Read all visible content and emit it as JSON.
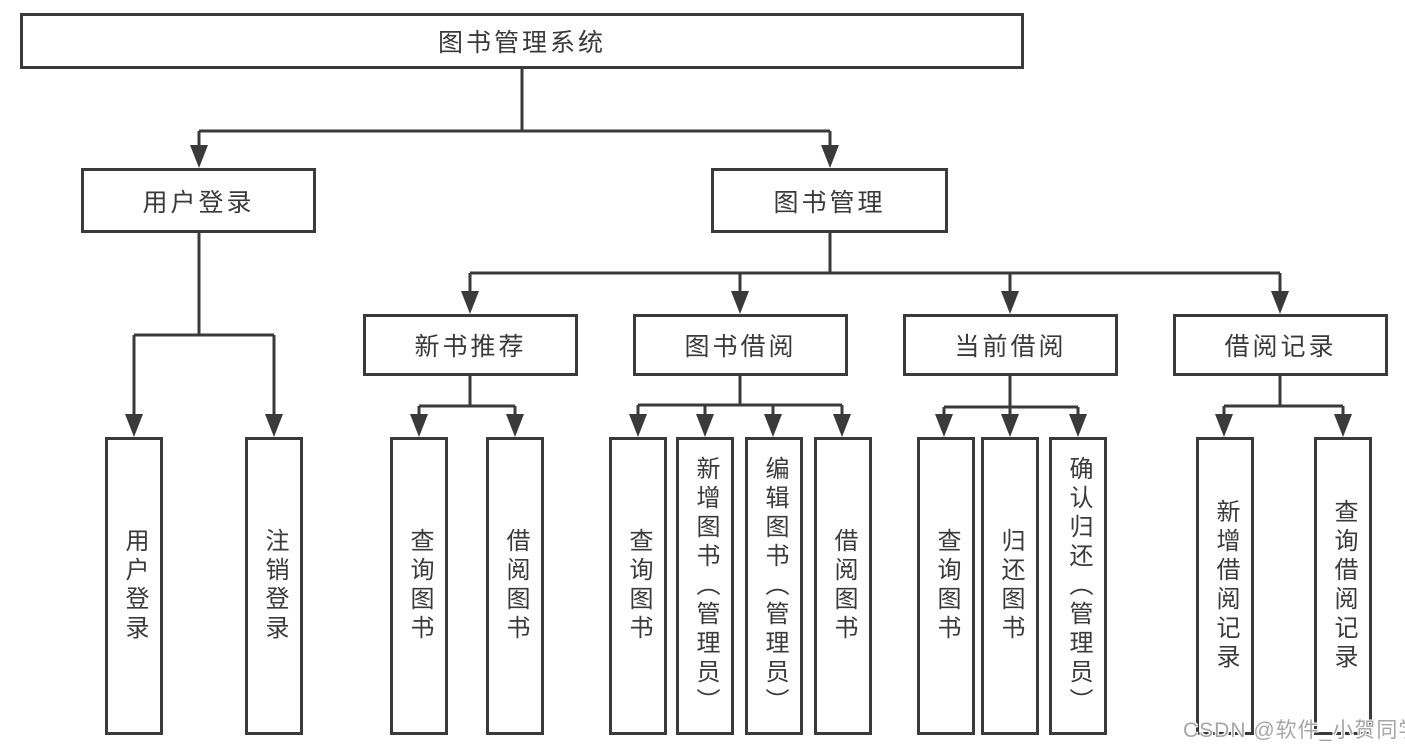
{
  "tree": {
    "root": {
      "label": "图书管理系统",
      "children": [
        {
          "label": "用户登录",
          "children": [
            {
              "label": "用户登录"
            },
            {
              "label": "注销登录"
            }
          ]
        },
        {
          "label": "图书管理",
          "children": [
            {
              "label": "新书推荐",
              "children": [
                {
                  "label": "查询图书"
                },
                {
                  "label": "借阅图书"
                }
              ]
            },
            {
              "label": "图书借阅",
              "children": [
                {
                  "label": "查询图书"
                },
                {
                  "label": "新增图书（管理员）"
                },
                {
                  "label": "编辑图书（管理员）"
                },
                {
                  "label": "借阅图书"
                }
              ]
            },
            {
              "label": "当前借阅",
              "children": [
                {
                  "label": "查询图书"
                },
                {
                  "label": "归还图书"
                },
                {
                  "label": "确认归还（管理员）"
                }
              ]
            },
            {
              "label": "借阅记录",
              "children": [
                {
                  "label": "新增借阅记录"
                },
                {
                  "label": "查询借阅记录"
                }
              ]
            }
          ]
        }
      ]
    }
  },
  "watermark": {
    "text": "CSDN @软件_小贺同学"
  },
  "colors": {
    "line": "#3a3a3a",
    "node_border": "#3a3a3a",
    "node_text": "#3a3a3a",
    "background": "#ffffff",
    "watermark_text": "#a6a6a6"
  }
}
